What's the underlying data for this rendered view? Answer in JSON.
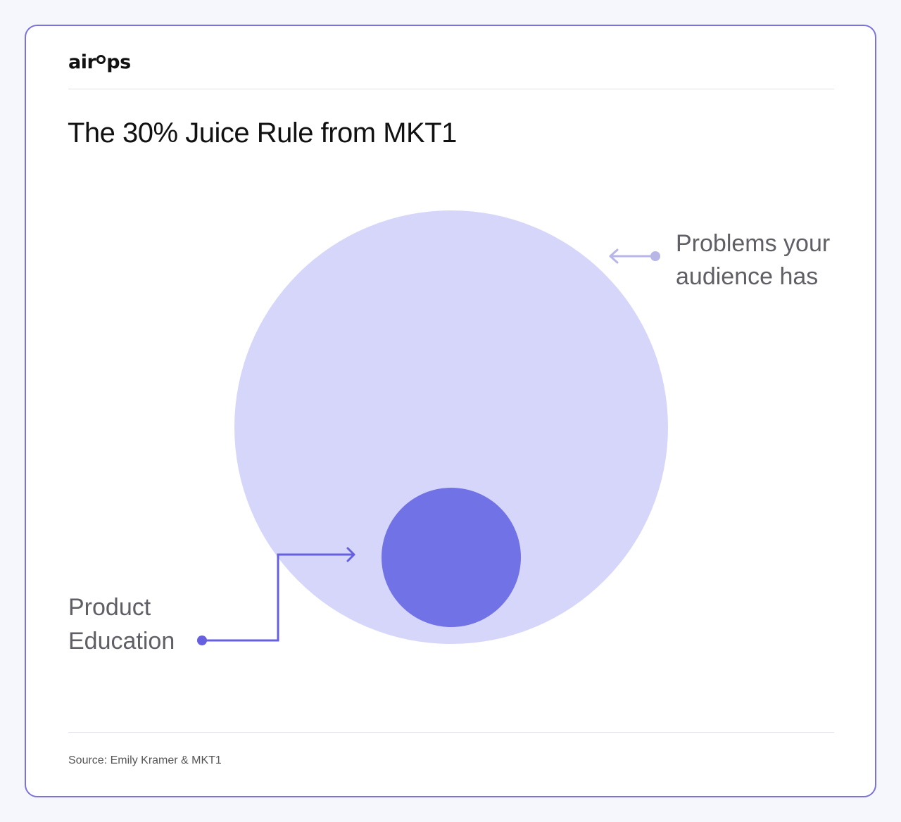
{
  "brand": {
    "logo_part1": "air",
    "logo_part2": "ps"
  },
  "title": "The 30% Juice Rule from MKT1",
  "diagram": {
    "outer_label_line1": "Problems your",
    "outer_label_line2": "audience has",
    "inner_label_line1": "Product",
    "inner_label_line2": "Education"
  },
  "footer": {
    "source": "Source: Emily Kramer & MKT1"
  },
  "colors": {
    "background": "#f6f6fd",
    "card_border": "#7b73db",
    "outer_circle": "#d6d6fa",
    "inner_circle": "#7172e6",
    "outer_pointer": "#b8b6e6",
    "inner_pointer": "#6660e0"
  },
  "icons": {
    "outer_pointer": "arrow-left-icon",
    "inner_pointer": "arrow-right-icon"
  }
}
